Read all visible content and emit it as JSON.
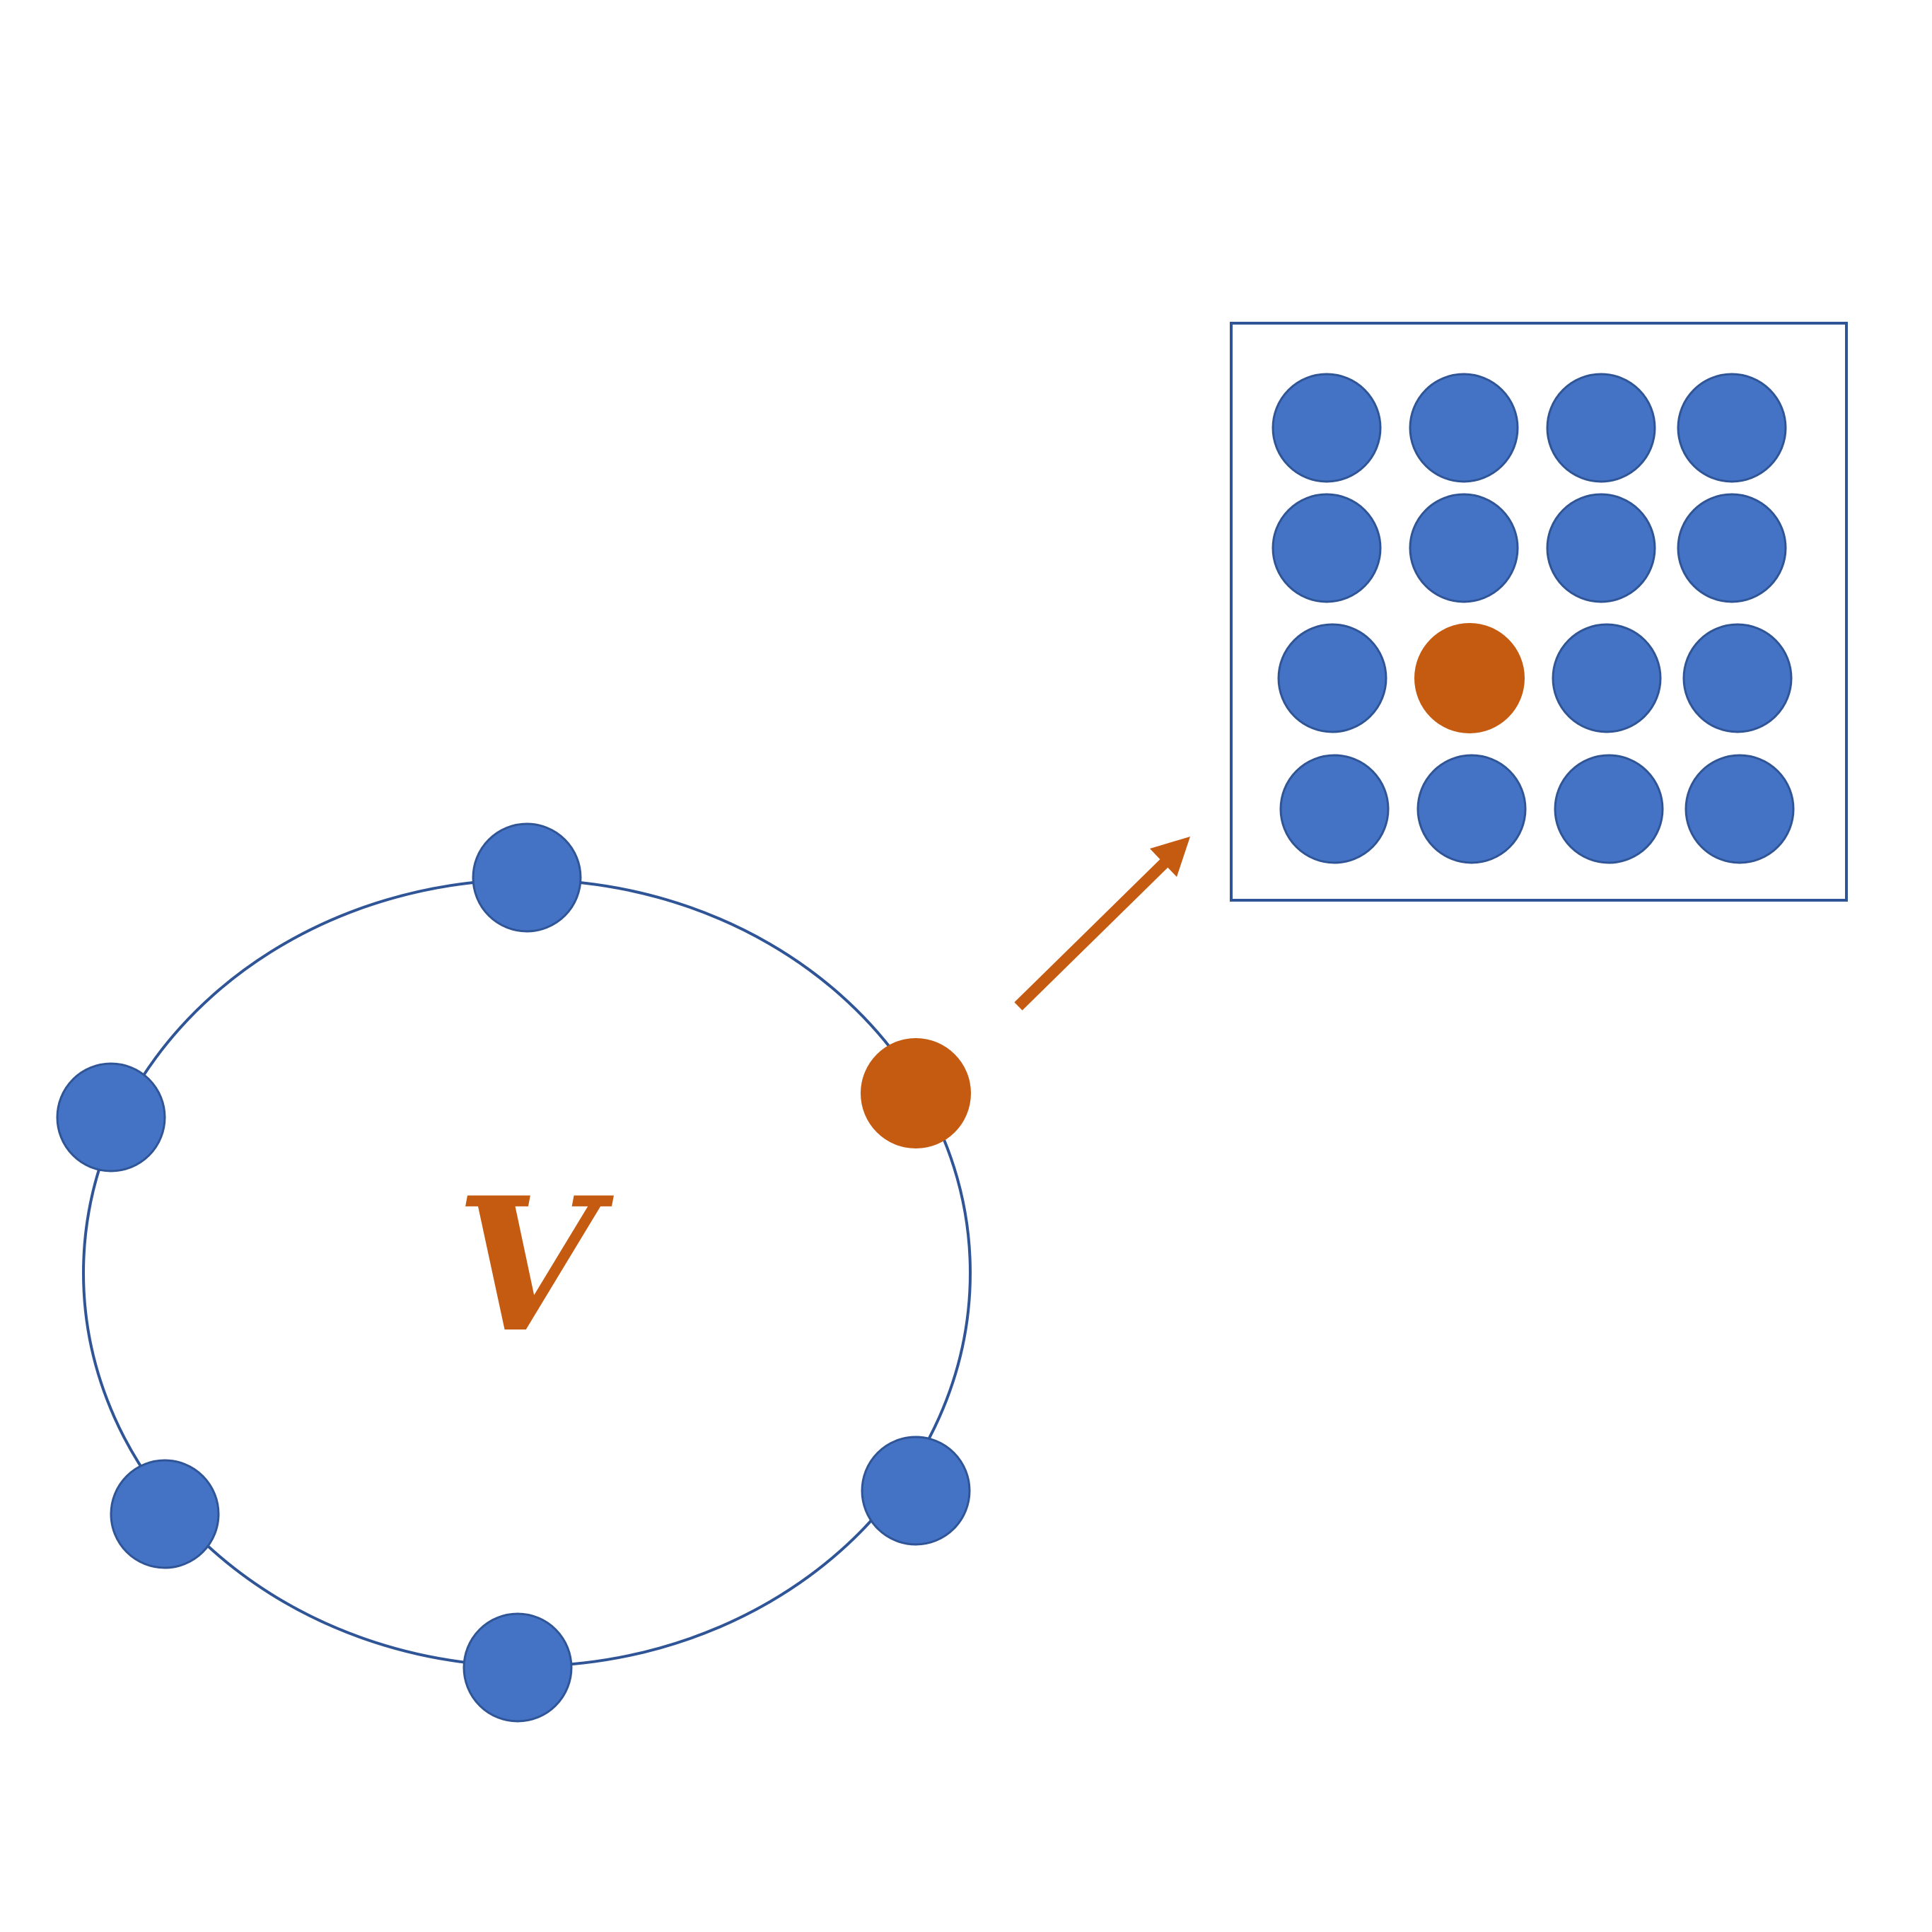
{
  "colors": {
    "background": "#ffffff",
    "node_blue": "#4472C4",
    "node_blue_stroke": "#2F5597",
    "accent_orange": "#C55A11",
    "ring_stroke": "#2F5597",
    "box_stroke": "#2F5597"
  },
  "ring": {
    "center_label": "V",
    "node_count": 6,
    "highlighted_node": "right-upper"
  },
  "grid": {
    "rows": 4,
    "cols": 4,
    "highlighted_cell": {
      "row": 3,
      "col": 2
    }
  },
  "arrow": {
    "direction": "up-right",
    "from": "ring",
    "to": "grid"
  },
  "icons": {
    "arrow": "arrow-up-right-icon"
  }
}
